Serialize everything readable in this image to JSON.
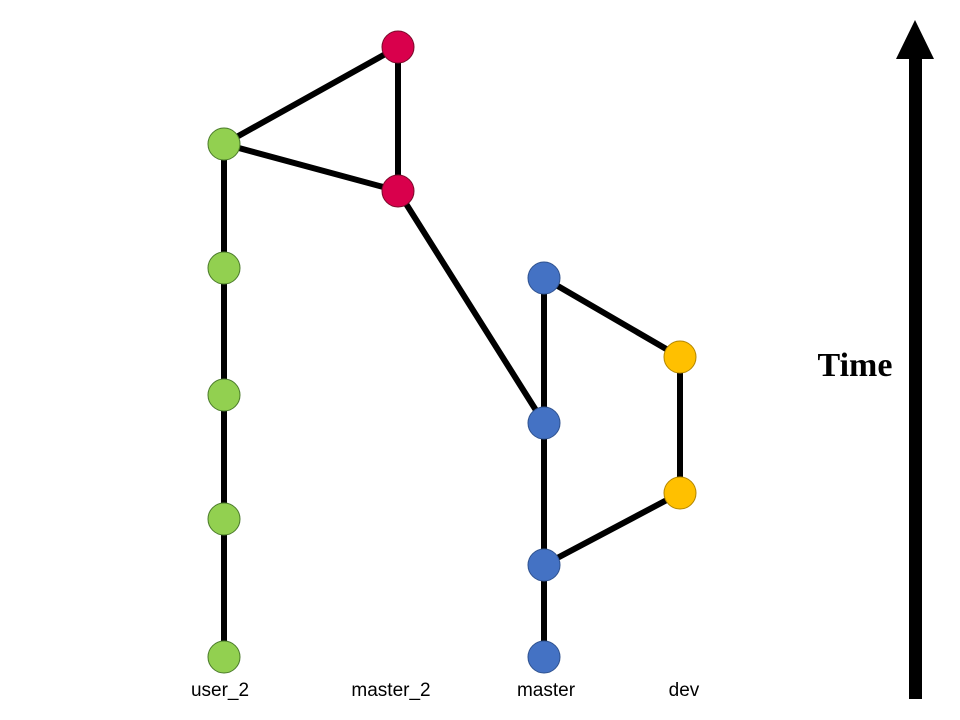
{
  "branches": {
    "user_2": {
      "label": "user_2",
      "color": "#92d050"
    },
    "master_2": {
      "label": "master_2",
      "color": "#d9004c"
    },
    "master": {
      "label": "master",
      "color": "#4472c4"
    },
    "dev": {
      "label": "dev",
      "color": "#ffc000"
    }
  },
  "time_label": "Time",
  "edge_color": "#000000"
}
